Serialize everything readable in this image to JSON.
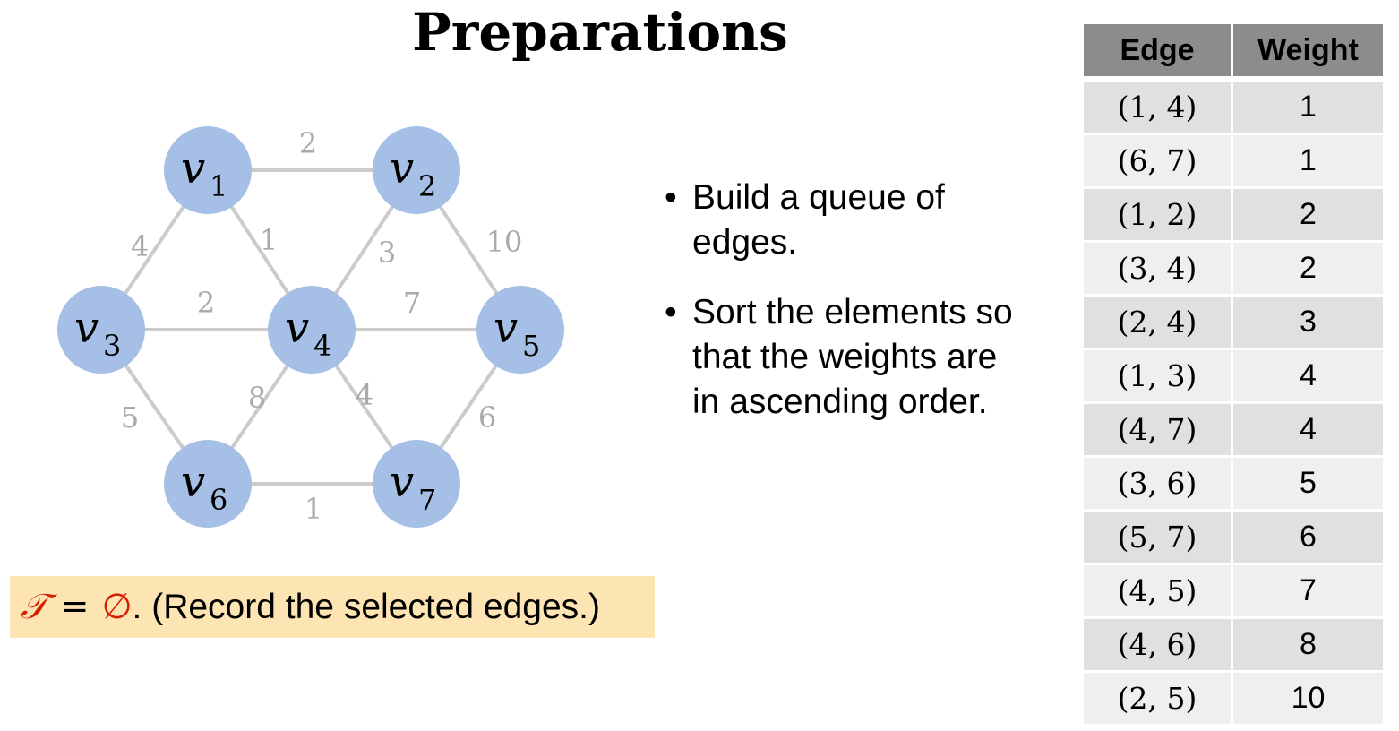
{
  "title": "Preparations",
  "graph": {
    "nodes": [
      {
        "id": "1",
        "letter": "v",
        "sub": "1"
      },
      {
        "id": "2",
        "letter": "v",
        "sub": "2"
      },
      {
        "id": "3",
        "letter": "v",
        "sub": "3"
      },
      {
        "id": "4",
        "letter": "v",
        "sub": "4"
      },
      {
        "id": "5",
        "letter": "v",
        "sub": "5"
      },
      {
        "id": "6",
        "letter": "v",
        "sub": "6"
      },
      {
        "id": "7",
        "letter": "v",
        "sub": "7"
      }
    ],
    "edges": [
      {
        "from": "1",
        "to": "2",
        "weight": "2"
      },
      {
        "from": "1",
        "to": "3",
        "weight": "4"
      },
      {
        "from": "1",
        "to": "4",
        "weight": "1"
      },
      {
        "from": "2",
        "to": "4",
        "weight": "3"
      },
      {
        "from": "2",
        "to": "5",
        "weight": "10"
      },
      {
        "from": "3",
        "to": "4",
        "weight": "2"
      },
      {
        "from": "4",
        "to": "5",
        "weight": "7"
      },
      {
        "from": "3",
        "to": "6",
        "weight": "5"
      },
      {
        "from": "4",
        "to": "6",
        "weight": "8"
      },
      {
        "from": "4",
        "to": "7",
        "weight": "4"
      },
      {
        "from": "5",
        "to": "7",
        "weight": "6"
      },
      {
        "from": "6",
        "to": "7",
        "weight": "1"
      }
    ],
    "colors": {
      "node": "#a5bfe6",
      "edge": "#cbcbcb",
      "weight_text": "#aaaaaa"
    }
  },
  "bullets": [
    "Build a queue of edges.",
    "Sort the elements so that the weights are in ascending order."
  ],
  "bullet_symbol": "•",
  "note": {
    "symbol": "𝒯",
    "equals": "=",
    "empty_set": "∅",
    "text": ". (Record the selected edges.)",
    "background": "#fde5b3",
    "math_color": "#d42000"
  },
  "table": {
    "headers": [
      "Edge",
      "Weight"
    ],
    "rows": [
      [
        "(1, 4)",
        "1"
      ],
      [
        "(6, 7)",
        "1"
      ],
      [
        "(1, 2)",
        "2"
      ],
      [
        "(3, 4)",
        "2"
      ],
      [
        "(2, 4)",
        "3"
      ],
      [
        "(1, 3)",
        "4"
      ],
      [
        "(4, 7)",
        "4"
      ],
      [
        "(3, 6)",
        "5"
      ],
      [
        "(5, 7)",
        "6"
      ],
      [
        "(4, 5)",
        "7"
      ],
      [
        "(4, 6)",
        "8"
      ],
      [
        "(2, 5)",
        "10"
      ]
    ]
  }
}
